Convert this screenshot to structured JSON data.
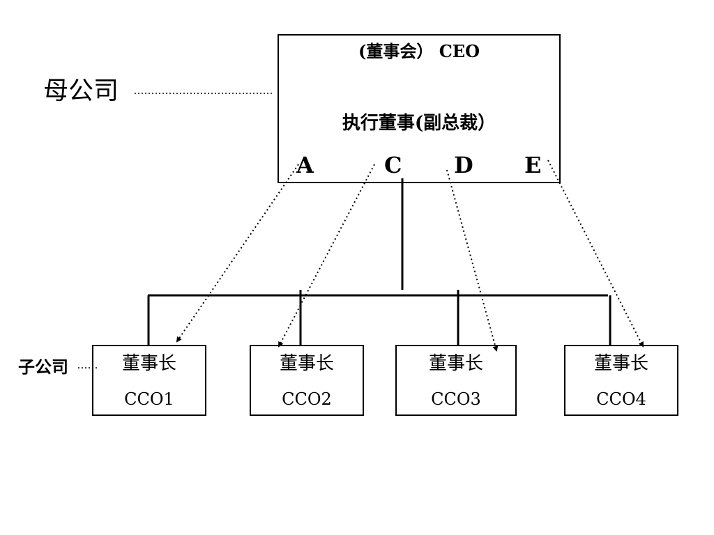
{
  "parent": {
    "label": "母公司",
    "title_line": "(董事会） CEO",
    "subtitle_line": "执行董事(副总裁）",
    "directors": [
      "A",
      "C",
      "D",
      "E"
    ]
  },
  "subsidiary": {
    "label": "子公司",
    "boxes": [
      {
        "role": "董事长",
        "name": "CCO1"
      },
      {
        "role": "董事长",
        "name": "CCO2"
      },
      {
        "role": "董事长",
        "name": "CCO3"
      },
      {
        "role": "董事长",
        "name": "CCO4"
      }
    ]
  }
}
